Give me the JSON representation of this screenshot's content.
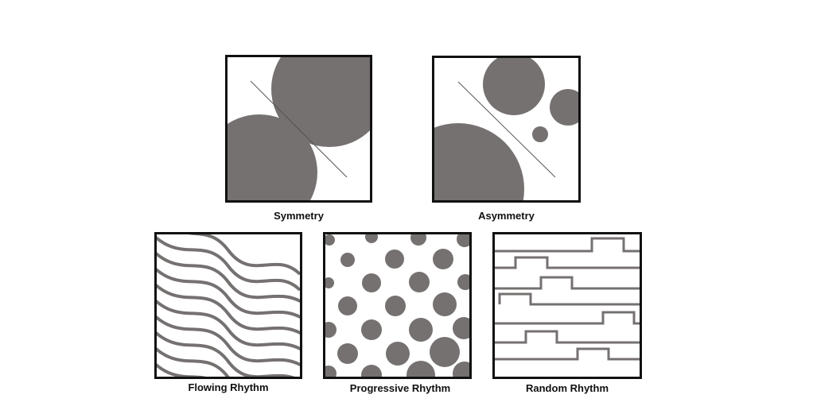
{
  "colors": {
    "shape": "#757170",
    "border": "#111111",
    "background": "#ffffff"
  },
  "panels": {
    "symmetry": {
      "caption": "Symmetry"
    },
    "asymmetry": {
      "caption": "Asymmetry"
    },
    "flowing": {
      "caption": "Flowing Rhythm"
    },
    "progressive": {
      "caption": "Progressive Rhythm"
    },
    "random": {
      "caption": "Random Rhythm"
    }
  }
}
